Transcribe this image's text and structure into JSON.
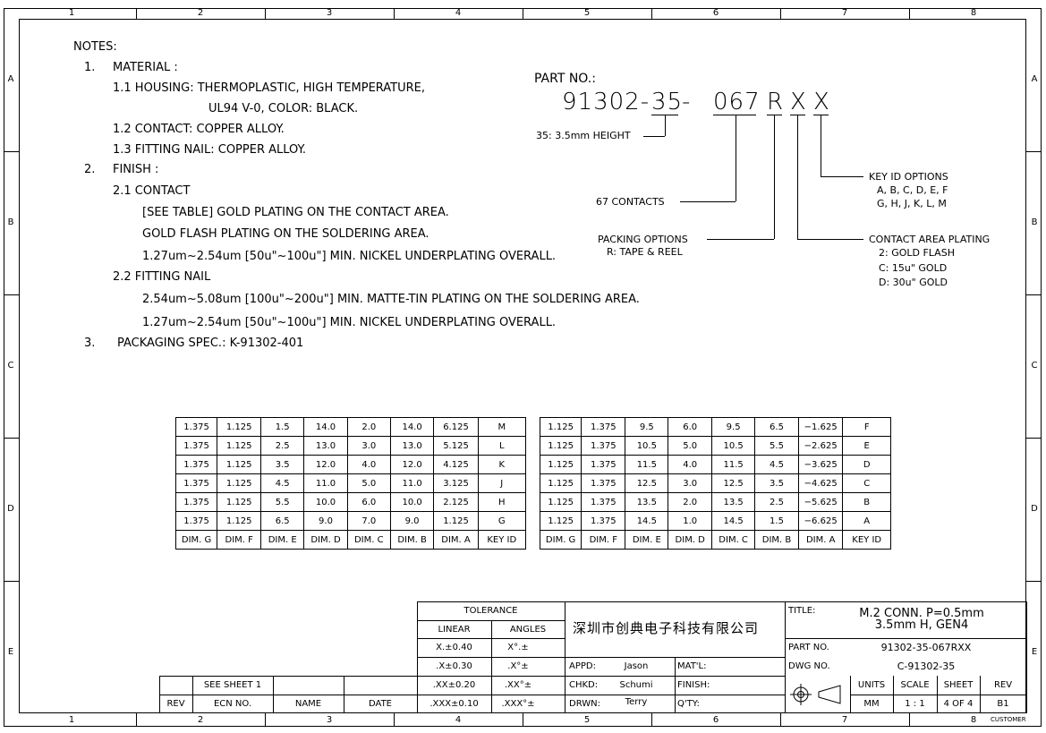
{
  "frame": {
    "columns": [
      "1",
      "2",
      "3",
      "4",
      "5",
      "6",
      "7",
      "8"
    ],
    "rows": [
      "A",
      "B",
      "C",
      "D",
      "E"
    ]
  },
  "notes": {
    "heading": "NOTES:",
    "lines": [
      "1.",
      "MATERIAL :",
      "1.1 HOUSING: THERMOPLASTIC, HIGH TEMPERATURE,",
      "UL94 V-0, COLOR: BLACK.",
      "1.2 CONTACT: COPPER ALLOY.",
      "1.3 FITTING NAIL: COPPER ALLOY.",
      "2.",
      "FINISH :",
      "2.1 CONTACT",
      "[SEE TABLE] GOLD PLATING ON THE CONTACT AREA.",
      "GOLD FLASH PLATING ON THE SOLDERING AREA.",
      "1.27um~2.54um [50u\"~100u\"] MIN. NICKEL UNDERPLATING OVERALL.",
      "2.2 FITTING NAIL",
      "2.54um~5.08um [100u\"~200u\"] MIN. MATTE-TIN PLATING ON THE SOLDERING AREA.",
      "1.27um~2.54um [50u\"~100u\"] MIN. NICKEL UNDERPLATING OVERALL.",
      "3.",
      "PACKAGING SPEC.: K-91302-401"
    ]
  },
  "part_no": {
    "label": "PART NO.:",
    "p1": "91302-",
    "p2": "35",
    "p3": "-",
    "p4": "067",
    "p5": "R",
    "p6": "X",
    "p7": "X",
    "height_note": "35: 3.5mm HEIGHT",
    "contacts_note": "67 CONTACTS",
    "packing_title": "PACKING OPTIONS",
    "packing_r": "R: TAPE & REEL",
    "key_title": "KEY ID OPTIONS",
    "key_line1": "A, B, C, D, E, F",
    "key_line2": "G, H, J, K, L, M",
    "plating_title": "CONTACT AREA PLATING",
    "plating_2": "2: GOLD FLASH",
    "plating_c": "C: 15u\" GOLD",
    "plating_d": "D: 30u\" GOLD"
  },
  "table_left": {
    "rows": [
      [
        "1.375",
        "1.125",
        "1.5",
        "14.0",
        "2.0",
        "14.0",
        "6.125",
        "M"
      ],
      [
        "1.375",
        "1.125",
        "2.5",
        "13.0",
        "3.0",
        "13.0",
        "5.125",
        "L"
      ],
      [
        "1.375",
        "1.125",
        "3.5",
        "12.0",
        "4.0",
        "12.0",
        "4.125",
        "K"
      ],
      [
        "1.375",
        "1.125",
        "4.5",
        "11.0",
        "5.0",
        "11.0",
        "3.125",
        "J"
      ],
      [
        "1.375",
        "1.125",
        "5.5",
        "10.0",
        "6.0",
        "10.0",
        "2.125",
        "H"
      ],
      [
        "1.375",
        "1.125",
        "6.5",
        "9.0",
        "7.0",
        "9.0",
        "1.125",
        "G"
      ]
    ],
    "header": [
      "DIM. G",
      "DIM. F",
      "DIM. E",
      "DIM. D",
      "DIM. C",
      "DIM. B",
      "DIM. A",
      "KEY ID"
    ]
  },
  "table_right": {
    "rows": [
      [
        "1.125",
        "1.375",
        "9.5",
        "6.0",
        "9.5",
        "6.5",
        "−1.625",
        "F"
      ],
      [
        "1.125",
        "1.375",
        "10.5",
        "5.0",
        "10.5",
        "5.5",
        "−2.625",
        "E"
      ],
      [
        "1.125",
        "1.375",
        "11.5",
        "4.0",
        "11.5",
        "4.5",
        "−3.625",
        "D"
      ],
      [
        "1.125",
        "1.375",
        "12.5",
        "3.0",
        "12.5",
        "3.5",
        "−4.625",
        "C"
      ],
      [
        "1.125",
        "1.375",
        "13.5",
        "2.0",
        "13.5",
        "2.5",
        "−5.625",
        "B"
      ],
      [
        "1.125",
        "1.375",
        "14.5",
        "1.0",
        "14.5",
        "1.5",
        "−6.625",
        "A"
      ]
    ],
    "header": [
      "DIM. G",
      "DIM. F",
      "DIM. E",
      "DIM. D",
      "DIM. C",
      "DIM. B",
      "DIM. A",
      "KEY ID"
    ]
  },
  "revision": {
    "see_sheet": "SEE SHEET 1",
    "rev": "REV",
    "ecn": "ECN NO.",
    "name": "NAME",
    "date": "DATE"
  },
  "tolerance": {
    "title": "TOLERANCE",
    "linear": "LINEAR",
    "angles": "ANGLES",
    "l1": "X.±0.40",
    "a1": "X°.±",
    "l2": ".X±0.30",
    "a2": ".X°±",
    "l3": ".XX±0.20",
    "a3": ".XX°±",
    "l4": ".XXX±0.10",
    "a4": ".XXX°±"
  },
  "company": "深圳市创典电子科技有限公司",
  "approvals": {
    "appd_label": "APPD:",
    "appd": "Jason",
    "chkd_label": "CHKD:",
    "chkd": "Schumi",
    "drwn_label": "DRWN:",
    "drwn": "Terry",
    "matl": "MAT'L:",
    "finish": "FINISH:",
    "qty": "Q'TY:"
  },
  "title_block": {
    "title_label": "TITLE:",
    "title1": "M.2 CONN. P=0.5mm",
    "title2": "3.5mm H, GEN4",
    "part_label": "PART NO.",
    "part": "91302-35-067RXX",
    "dwg_label": "DWG NO.",
    "dwg": "C-91302-35",
    "units_label": "UNITS",
    "units": "MM",
    "scale_label": "SCALE",
    "scale": "1 : 1",
    "sheet_label": "SHEET",
    "sheet": "4 OF 4",
    "rev_label": "REV",
    "rev": "B1",
    "customer": "CUSTOMER"
  }
}
